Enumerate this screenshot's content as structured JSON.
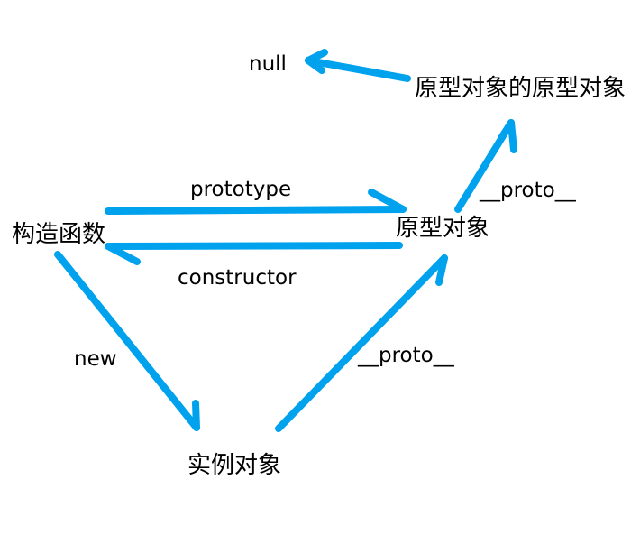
{
  "diagram": {
    "arrow_color": "#00a2ed",
    "text_color": "#000000",
    "nodes": {
      "null": "null",
      "prototype_of_prototype": "原型对象的原型对象",
      "constructor_function": "构造函数",
      "prototype_object": "原型对象",
      "instance_object": "实例对象"
    },
    "edges": {
      "prototype": "prototype",
      "constructor": "constructor",
      "new": "new",
      "proto_top": "__proto__",
      "proto_bottom": "__proto__"
    }
  }
}
